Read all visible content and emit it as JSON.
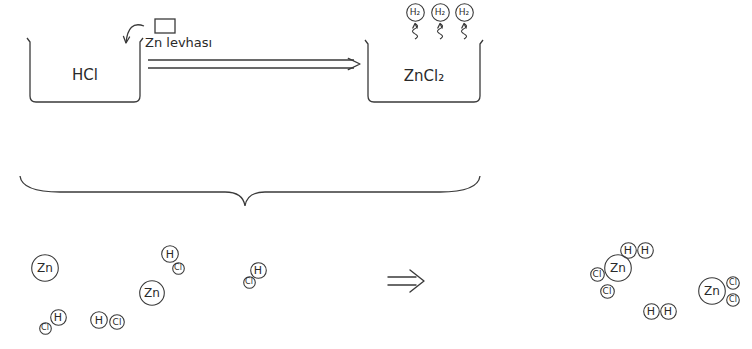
{
  "diagram": {
    "nodes": [
      {
        "text": [
          "HCl"
        ]
      },
      {
        "text": [
          "Zn levhası"
        ]
      },
      {
        "text": [
          "ZnCl₂"
        ]
      },
      {
        "text": [
          "H₂"
        ]
      },
      {
        "text": [
          "H₂"
        ]
      },
      {
        "text": [
          "H₂"
        ]
      },
      {
        "text": [
          "Zn"
        ]
      },
      {
        "text": [
          "H"
        ]
      },
      {
        "text": [
          "Cl"
        ]
      },
      {
        "text": [
          "H"
        ]
      },
      {
        "text": [
          "Cl"
        ]
      },
      {
        "text": [
          "Zn"
        ]
      },
      {
        "text": [
          "Cl"
        ]
      },
      {
        "text": [
          "H"
        ]
      },
      {
        "text": [
          "Cl"
        ]
      },
      {
        "text": [
          "H"
        ]
      },
      {
        "text": [
          "H"
        ]
      },
      {
        "text": [
          "H"
        ]
      },
      {
        "text": [
          "Cl"
        ]
      },
      {
        "text": [
          "Zn"
        ]
      },
      {
        "text": [
          "Cl"
        ]
      },
      {
        "text": [
          "Zn"
        ]
      },
      {
        "text": [
          "Cl"
        ]
      },
      {
        "text": [
          "Cl"
        ]
      },
      {
        "text": [
          "H"
        ]
      },
      {
        "text": [
          "H"
        ]
      }
    ],
    "edges": [
      {
        "from": 1,
        "to": 0,
        "arrow": "to"
      },
      {
        "from": 0,
        "to": 2,
        "arrow": "to"
      },
      {
        "from": 2,
        "to": 3,
        "arrow": "to"
      },
      {
        "from": 2,
        "to": 4,
        "arrow": "to"
      },
      {
        "from": 2,
        "to": 5,
        "arrow": "to"
      }
    ]
  }
}
